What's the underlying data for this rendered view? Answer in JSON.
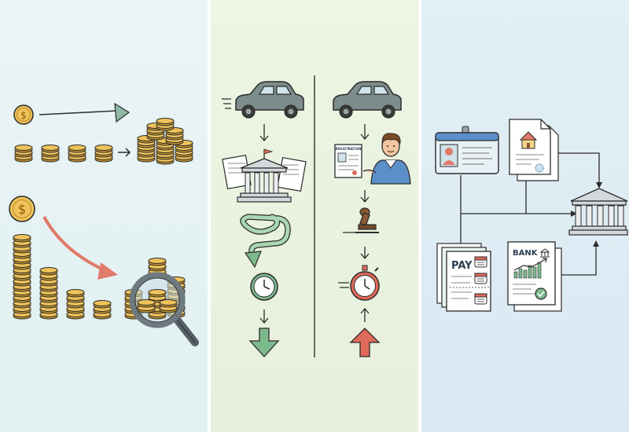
{
  "panels": [
    {
      "name": "coins"
    },
    {
      "name": "car-registration"
    },
    {
      "name": "documents-to-bank"
    }
  ],
  "labels": {
    "registration": "REGISTRATION",
    "pay": "PAY",
    "bank": "BANK"
  },
  "colors": {
    "coin": "#e9b949",
    "coin_edge": "#b8862a",
    "outline": "#2b2b2b",
    "teal_arrow": "#8fb8a8",
    "salmon_arrow": "#e07a6a",
    "green_arrow": "#7cb98d",
    "red_arrow": "#e06a5a",
    "car": "#7d8c8d",
    "bank_gray": "#d5d8dc"
  }
}
